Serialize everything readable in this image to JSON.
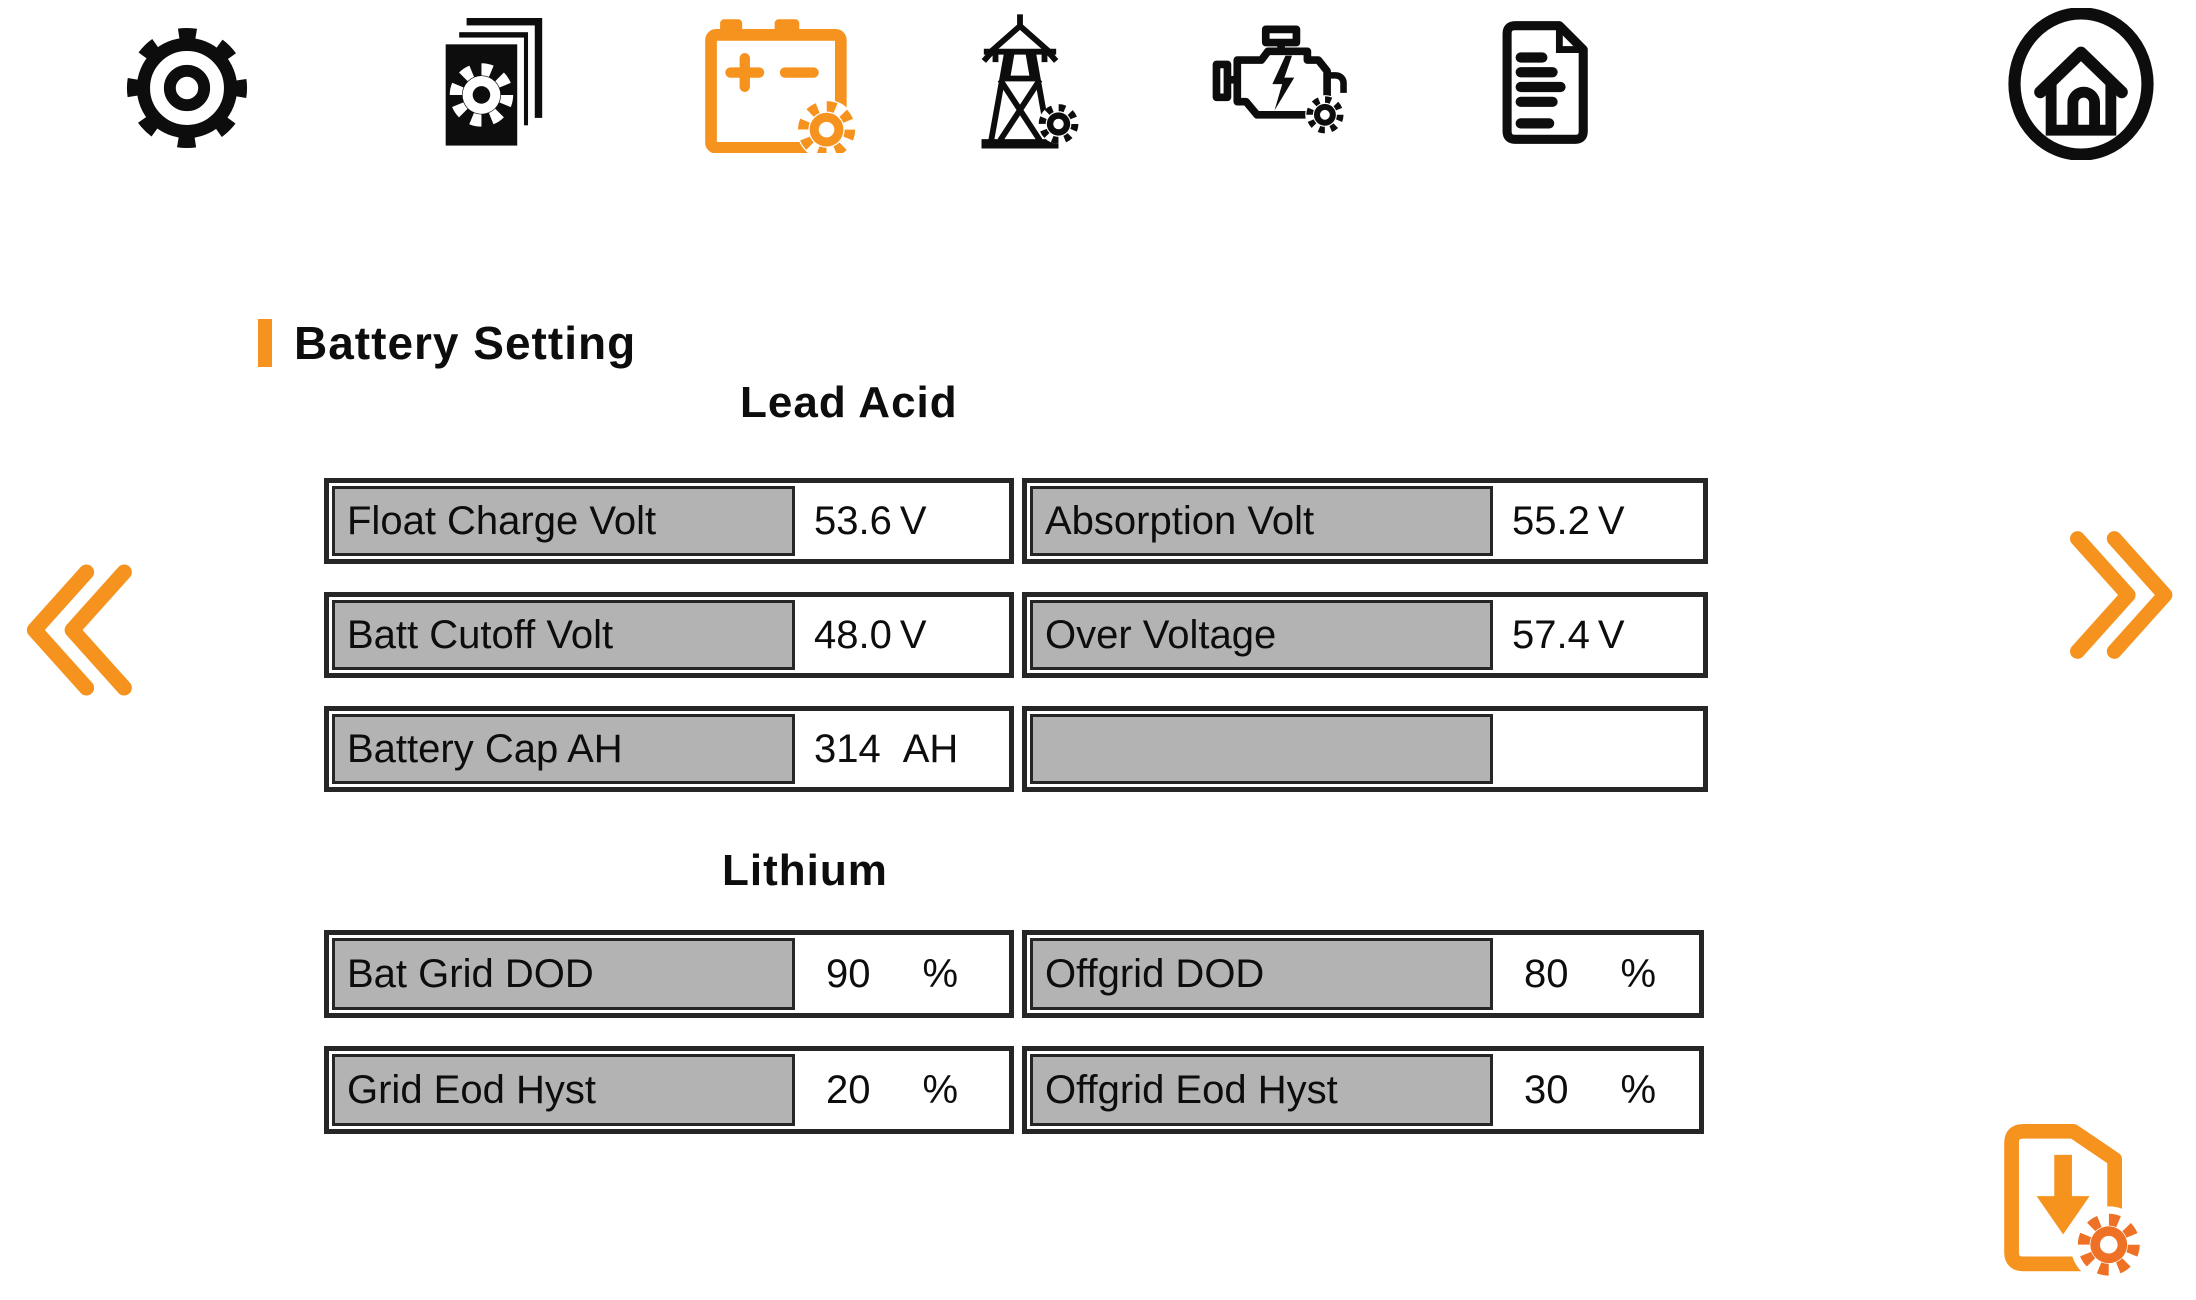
{
  "colors": {
    "accent_orange": "#F6921E",
    "accent_orange_dark": "#EE7125",
    "cell_gray": "#B3B3B3",
    "line_dark": "#262626"
  },
  "nav": {
    "items": [
      {
        "name": "basic-settings",
        "icon": "gear-icon"
      },
      {
        "name": "advanced-settings",
        "icon": "pages-gear-icon"
      },
      {
        "name": "battery-settings",
        "icon": "battery-gear-icon",
        "active": true
      },
      {
        "name": "grid-settings",
        "icon": "tower-gear-icon"
      },
      {
        "name": "generator-settings",
        "icon": "engine-gear-icon"
      },
      {
        "name": "report",
        "icon": "document-icon"
      }
    ],
    "home": {
      "name": "home",
      "icon": "home-icon"
    }
  },
  "page": {
    "title": "Battery Setting"
  },
  "sections": {
    "lead_acid": {
      "title": "Lead Acid",
      "rows": [
        {
          "label": "Float Charge Volt",
          "value": "53.6",
          "unit": "V"
        },
        {
          "label": "Absorption Volt",
          "value": "55.2",
          "unit": "V"
        },
        {
          "label": "Batt Cutoff Volt",
          "value": "48.0",
          "unit": "V"
        },
        {
          "label": "Over Voltage",
          "value": "57.4",
          "unit": "V"
        },
        {
          "label": "Battery Cap AH",
          "value": "314",
          "unit": "AH"
        },
        {
          "label": "",
          "value": "",
          "unit": ""
        }
      ]
    },
    "lithium": {
      "title": "Lithium",
      "rows": [
        {
          "label": "Bat Grid DOD",
          "value": "90",
          "unit": "%"
        },
        {
          "label": "Offgrid DOD",
          "value": "80",
          "unit": "%"
        },
        {
          "label": "Grid Eod Hyst",
          "value": "20",
          "unit": "%"
        },
        {
          "label": "Offgrid Eod Hyst",
          "value": "30",
          "unit": "%"
        }
      ]
    }
  }
}
